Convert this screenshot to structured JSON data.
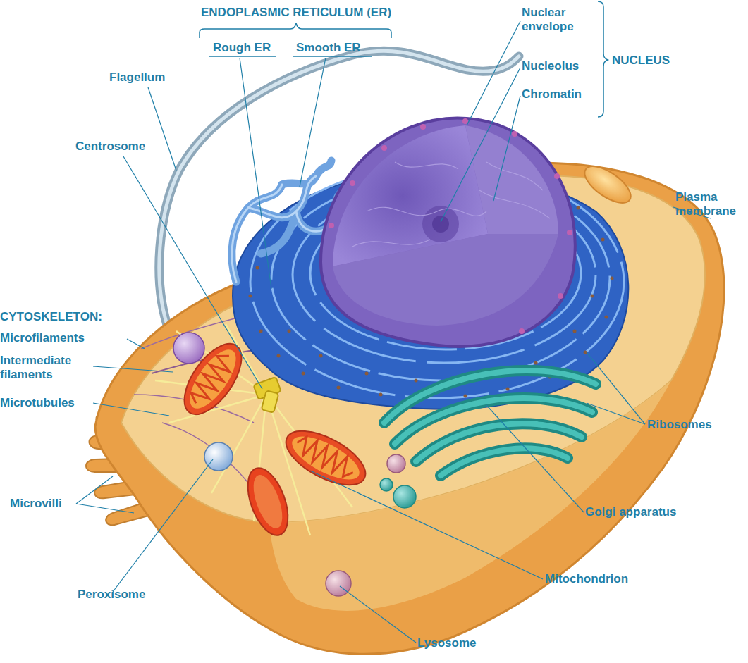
{
  "diagram": {
    "labels": [
      "ENDOPLASMIC RETICULUM (ER)",
      "Rough ER",
      "Smooth ER",
      "Nuclear envelope",
      "Nucleolus",
      "Chromatin",
      "NUCLEUS",
      "Flagellum",
      "Centrosome",
      "Plasma membrane",
      "CYTOSKELETON:",
      "Microfilaments",
      "Intermediate filaments",
      "Microtubules",
      "Ribosomes",
      "Microvilli",
      "Golgi apparatus",
      "Mitochondrion",
      "Peroxisome",
      "Lysosome"
    ]
  }
}
